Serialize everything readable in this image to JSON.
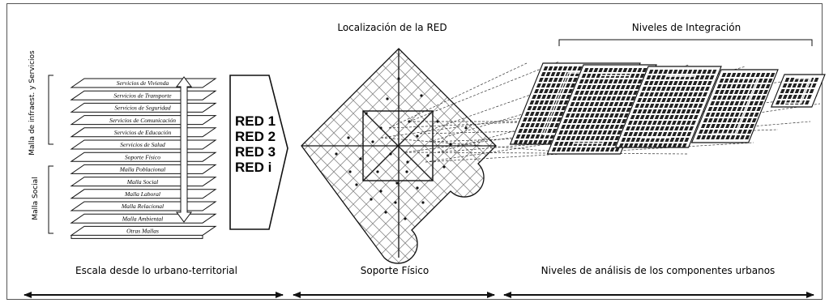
{
  "side_labels": {
    "infra": "Malla de infraest. y Servicios",
    "social": "Malla Social"
  },
  "layers": [
    "Servicios de Vivienda",
    "Servicios de Transporte",
    "Servicios de Seguridad",
    "Servicios de Comunicación",
    "Servicios de Educación",
    "Servicios de Salud",
    "Soporte Físico",
    "Malla Poblacional",
    "Malla Social",
    "Malla Laboral",
    "Malla Relacional",
    "Malla Ambiental",
    "Otras Mallas"
  ],
  "red_items": [
    "RED 1",
    "RED 2",
    "RED 3",
    "RED i"
  ],
  "titles": {
    "localizacion": "Localización de la RED",
    "niveles": "Niveles de Integración"
  },
  "bottom_labels": {
    "left": "Escala desde lo urbano-territorial",
    "middle": "Soporte Físico",
    "right": "Niveles de análisis de los componentes urbanos"
  },
  "colors": {
    "ink": "#111111",
    "grid": "#8a8a8a",
    "dark": "#222222"
  }
}
